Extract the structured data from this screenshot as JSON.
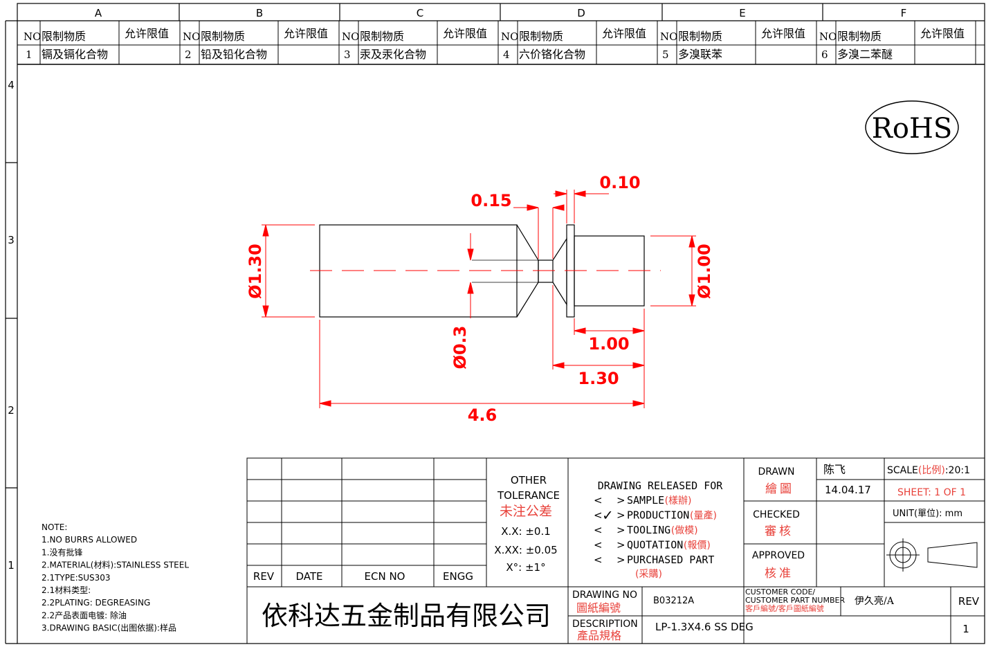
{
  "zones": {
    "columns": [
      "A",
      "B",
      "C",
      "D",
      "E",
      "F"
    ],
    "rows": [
      "4",
      "3",
      "2",
      "1"
    ]
  },
  "restricted_substances": {
    "header": {
      "no": "NO",
      "substance": "限制物质",
      "limit": "允许限值"
    },
    "items": [
      {
        "no": "1",
        "substance": "镉及镉化合物",
        "limit": ""
      },
      {
        "no": "2",
        "substance": "铅及铅化合物",
        "limit": ""
      },
      {
        "no": "3",
        "substance": "汞及汞化合物",
        "limit": ""
      },
      {
        "no": "4",
        "substance": "六价铬化合物",
        "limit": ""
      },
      {
        "no": "5",
        "substance": "多溴联苯",
        "limit": ""
      },
      {
        "no": "6",
        "substance": "多溴二苯醚",
        "limit": ""
      }
    ]
  },
  "rohs_label": "RoHS",
  "dimensions": {
    "d130": "Ø1.30",
    "d100": "Ø1.00",
    "d03": "Ø0.3",
    "w015": "0.15",
    "w010": "0.10",
    "l100": "1.00",
    "l130": "1.30",
    "l46": "4.6"
  },
  "notes": [
    "NOTE:",
    "1.NO BURRS ALLOWED",
    "1.没有批锋",
    "2.MATERIAL(材料):STAINLESS STEEL",
    "2.1TYPE:SUS303",
    "2.1材料类型:",
    "2.2PLATING: DEGREASING",
    "2.2产品表面电镀: 除油",
    "3.DRAWING BASIC(出图依据):样品"
  ],
  "revision_table": {
    "rev": "REV",
    "date": "DATE",
    "ecn": "ECN NO",
    "engg": "ENGG"
  },
  "tolerance": {
    "line1": "OTHER",
    "line2": "TOLERANCE",
    "line3": "未注公差",
    "xx": "X.X: ±0.1",
    "xxx": "X.XX: ±0.05",
    "deg": "X°: ±1°"
  },
  "release": {
    "title": "DRAWING RELEASED FOR",
    "check_mark": "✓",
    "options": [
      {
        "en": "SAMPLE",
        "cn": "(樣辦)",
        "checked": false
      },
      {
        "en": "PRODUCTION",
        "cn": "(量產)",
        "checked": true
      },
      {
        "en": "TOOLING",
        "cn": "(做模)",
        "checked": false
      },
      {
        "en": "QUOTATION",
        "cn": "(報價)",
        "checked": false
      },
      {
        "en": "PURCHASED PART",
        "cn": "(采購)",
        "checked": false
      }
    ]
  },
  "signoff": {
    "drawn_en": "DRAWN",
    "drawn_cn": "繪圖",
    "drawn_by": "陈飞",
    "drawn_date": "14.04.17",
    "checked_en": "CHECKED",
    "checked_cn": "審核",
    "approved_en": "APPROVED",
    "approved_cn": "核准"
  },
  "scale": {
    "label_en": "SCALE",
    "label_cn": "(比例)",
    "value": ":20:1",
    "sheet": "SHEET:  1 OF 1",
    "unit": "UNIT(單位):  mm"
  },
  "company": "依科达五金制品有限公司",
  "drawing_no": {
    "en": "DRAWING NO",
    "cn": "圖紙編號",
    "value": "B03212A"
  },
  "customer": {
    "line1": "CUSTOMER CODE/",
    "line2": "CUSTOMER PART NUMBER",
    "line3": "客戶編號/客戶圖紙編號",
    "value": "伊久亮/A"
  },
  "description": {
    "en": "DESCRIPTION",
    "cn": "產品規格",
    "value": "LP-1.3X4.6 SS DEG"
  },
  "rev_block": {
    "label": "REV",
    "value": "1"
  },
  "colors": {
    "line": "#000000",
    "dimension": "#ff0000",
    "chinese_red": "#e8413a"
  }
}
